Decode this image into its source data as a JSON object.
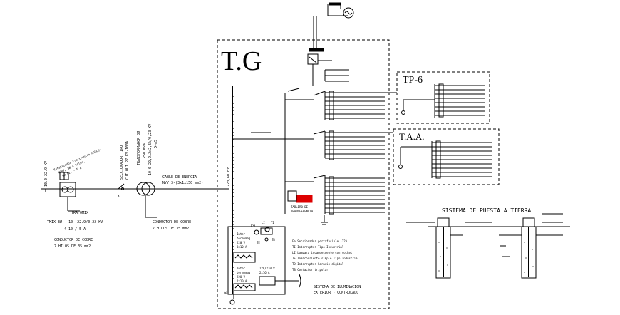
{
  "labels": {
    "tg": "T.G",
    "tp6": "TP-6",
    "taa": "T.A.A.",
    "puesta_tierra": "SISTEMA DE PUESTA A TIERRA",
    "cable_energia_1": "CABLE DE ENERGIA",
    "cable_energia_2": "NYY 3-(3x1x150 mm2)",
    "bus_voltage": "220,60 Hz",
    "trafomix_title": "TRAFOMIX",
    "trafomix_spec_1": "TMIX 3Ø - 10 -22.9/0.22 KV",
    "trafomix_spec_2": "4-10 / 5 A",
    "conductor_cobre_left_1": "CONDUCTOR DE COBRE",
    "conductor_cobre_left_2": "7 HILOS DE 35 mm2",
    "conductor_cobre_mid_1": "CONDUCTOR DE COBRE",
    "conductor_cobre_mid_2": "7 HILOS DE 35 mm2",
    "totalizador_1": "Totalizador Electronico ADELQ+",
    "totalizador_2": "480V, 3Ø 4 hilos,",
    "totalizador_3": "60 hz. - 5 A",
    "line_voltage": "10.0-22.9 KV",
    "seccionador_1": "SECCIONADOR TIPO",
    "seccionador_2": "CUT OUT 27 KV-100A",
    "transformador_1": "TRANSFORMADOR 3Ø",
    "transformador_2": "250 KVA",
    "transformador_3": "10,0-22,9±2x2,5%/0,23 KV",
    "transformador_4": "Dyn5",
    "k_label": "K",
    "f4_label": "F4",
    "legend": [
      "Fe Seccionador portafusible -22A",
      "TI Interruptor Tipo Industrial",
      "LI Lampara incandescente con socket",
      "TE Tomacorriente simple Tipo Industrial",
      "TD Interruptor horario digital",
      "TB Contactor tripolar"
    ],
    "iluminacion_1": "SISTEMA DE ILUMINACION",
    "iluminacion_2": "EXTERIOR - CONTROLADO",
    "red_note_1": "TABLERO DE",
    "red_note_2": "TRANSFERENCIA",
    "inter_1": "Inter",
    "inter_2": "termomag",
    "inter_3": "220 V",
    "inter_4": "3x10 A",
    "inter_b_1": "Inter",
    "inter_b_2": "termomag",
    "inter_b_3": "220 V",
    "inter_b_4": "2x10 A",
    "contactor_1": "220/220 V",
    "contactor_2": "2x16 A",
    "te_label": "TE",
    "ti_label": "TI",
    "li_label": "LI",
    "tb_label": "TB",
    "rt_label": "RT"
  },
  "colors": {
    "ink": "#000000",
    "accent_red": "#dd0000",
    "background": "#ffffff"
  }
}
